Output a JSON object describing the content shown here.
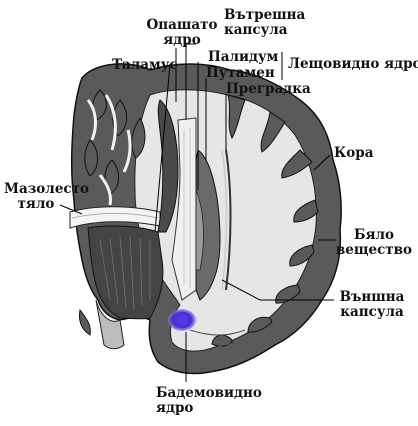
{
  "labels": {
    "opashato_1": "Опашато",
    "opashato_2": "ядро",
    "vatreshna_1": "Вътрешна",
    "vatreshna_2": "капсула",
    "talamus": "Таламус",
    "palidum": "Палидум",
    "putamen": "Путамен",
    "leshtovidno": "Лещовидно ядро",
    "pregradka": "Преградка",
    "kora": "Кора",
    "mazolesto_1": "Мазолесто",
    "mazolesto_2": "тяло",
    "byalo_1": "Бяло",
    "byalo_2": "вещество",
    "vanshna_1": "Външна",
    "vanshna_2": "капсула",
    "bademovidno_1": "Бадемовидно",
    "bademovidno_2": "ядро"
  },
  "colors": {
    "amygdala_highlight": "#4b2fd0",
    "gray_matter": "#5a5a5a",
    "white_matter": "#e6e6e6",
    "label_text": "#111111"
  }
}
